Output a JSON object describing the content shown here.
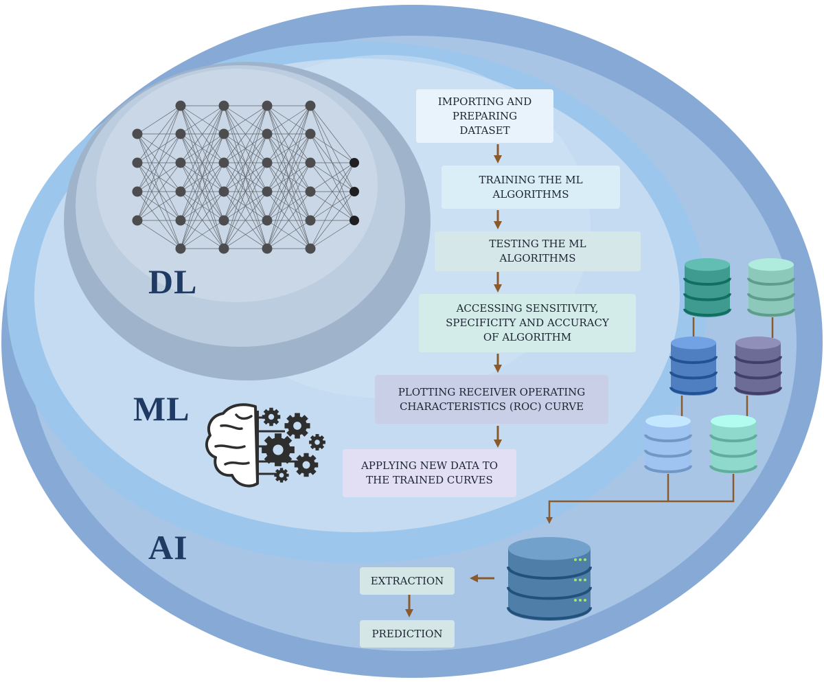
{
  "labels": {
    "ai": "AI",
    "ml": "ML",
    "dl": "DL"
  },
  "workflow_steps": [
    {
      "id": "import",
      "text": "IMPORTING AND\nPREPARING\nDATASET",
      "color": "#e9f3fb"
    },
    {
      "id": "train",
      "text": "TRAINING THE ML\nALGORITHMS",
      "color": "#d9eef6"
    },
    {
      "id": "test",
      "text": "TESTING THE ML\nALGORITHMS",
      "color": "#d6e7e9"
    },
    {
      "id": "assess",
      "text": "ACCESSING SENSITIVITY,\nSPECIFICITY AND ACCURACY\nOF ALGORITHM",
      "color": "#d4ece9"
    },
    {
      "id": "roc",
      "text": "PLOTTING RECEIVER OPERATING\nCHARACTERISTICS (ROC) CURVE",
      "color": "#c9cfe6"
    },
    {
      "id": "apply",
      "text": "APPLYING NEW DATA TO\nTHE TRAINED CURVES",
      "color": "#e2dff4"
    }
  ],
  "output_steps": [
    {
      "id": "extraction",
      "text": "EXTRACTION",
      "color": "#d4e7e6"
    },
    {
      "id": "prediction",
      "text": "PREDICTION",
      "color": "#d4e7e6"
    }
  ],
  "colors": {
    "ai_ring": "#87a9d6",
    "ml_ring": "#9cc6ec",
    "ml_fill": "#c5dbf1",
    "dl_ring": "#9fb4cb",
    "dl_fill": "#bccde0",
    "arrow": "#8a5a2b",
    "label": "#1f3a63",
    "neuron": "#4d4d4f",
    "db_teal": "#3f9b8f",
    "db_mint": "#8cc9bb",
    "db_blue": "#4f7fc0",
    "db_purple": "#6c6c96",
    "db_lightblue": "#9fc4f2",
    "db_aqua": "#8ed8cc",
    "db_main": "#4f7ea8"
  },
  "icons": {
    "neural_network": "neural-network-icon",
    "brain_gears": "brain-gears-icon",
    "database": "database-icon"
  }
}
